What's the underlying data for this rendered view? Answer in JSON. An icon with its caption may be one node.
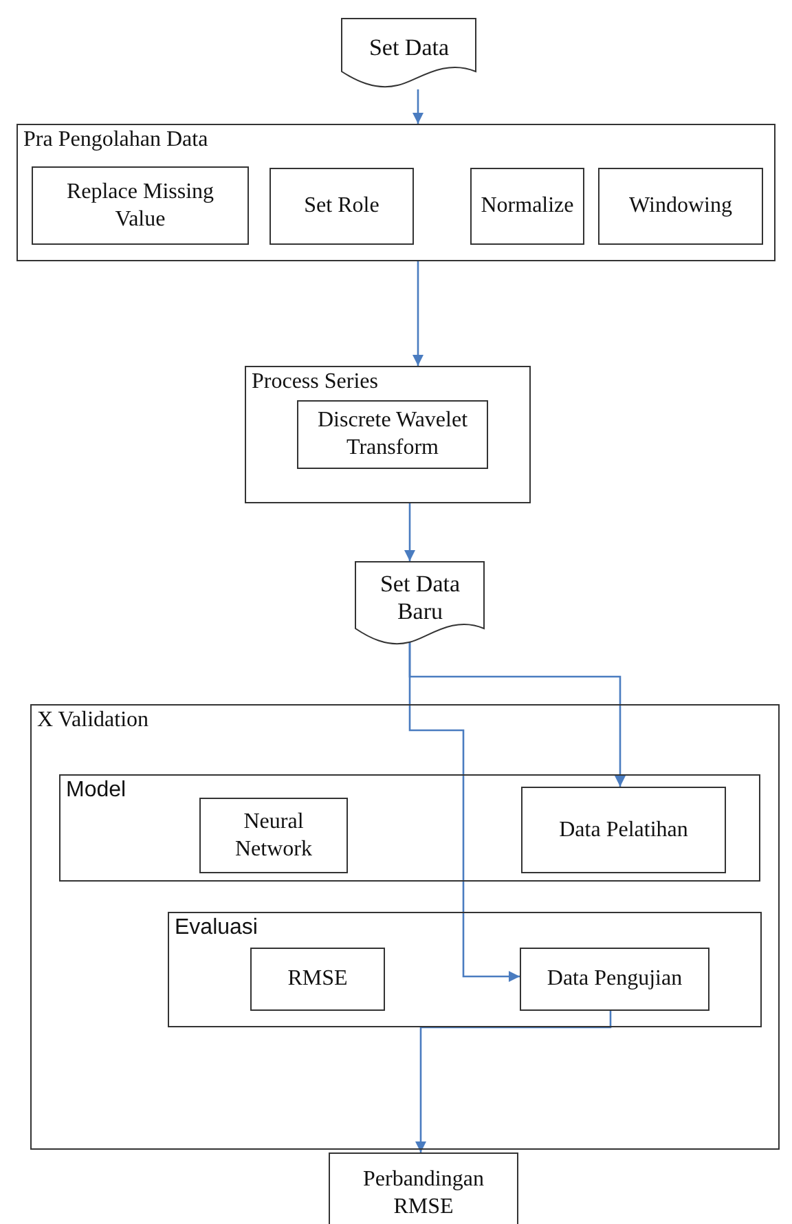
{
  "diagram": {
    "nodes": [
      {
        "text": [
          "Set Data"
        ]
      },
      {
        "text": [
          "Pra Pengolahan Data"
        ]
      },
      {
        "text": [
          "Replace Missing Value"
        ],
        "in": 1
      },
      {
        "text": [
          "Set Role"
        ],
        "in": 1
      },
      {
        "text": [
          "Normalize"
        ],
        "in": 1
      },
      {
        "text": [
          "Windowing"
        ],
        "in": 1
      },
      {
        "text": [
          "Process Series"
        ]
      },
      {
        "text": [
          "Discrete Wavelet Transform"
        ],
        "in": 6
      },
      {
        "text": [
          "Set Data Baru"
        ]
      },
      {
        "text": [
          "X Validation"
        ]
      },
      {
        "text": [
          "Model"
        ],
        "in": 9
      },
      {
        "text": [
          "Neural Network"
        ],
        "in": 10
      },
      {
        "text": [
          "Data Pelatihan"
        ],
        "in": 10
      },
      {
        "text": [
          "Evaluasi"
        ],
        "in": 9
      },
      {
        "text": [
          "RMSE"
        ],
        "in": 13
      },
      {
        "text": [
          "Data Pengujian"
        ],
        "in": 13
      },
      {
        "text": [
          "Perbandingan RMSE"
        ]
      }
    ],
    "edges": [
      {
        "from": 0,
        "to": 1,
        "arrow": "to"
      },
      {
        "from": 1,
        "to": 6,
        "arrow": "to"
      },
      {
        "from": 6,
        "to": 8,
        "arrow": "to"
      },
      {
        "from": 8,
        "to": 12,
        "arrow": "to"
      },
      {
        "from": 8,
        "to": 15,
        "arrow": "to"
      },
      {
        "from": 15,
        "to": 16,
        "arrow": "to"
      }
    ]
  }
}
